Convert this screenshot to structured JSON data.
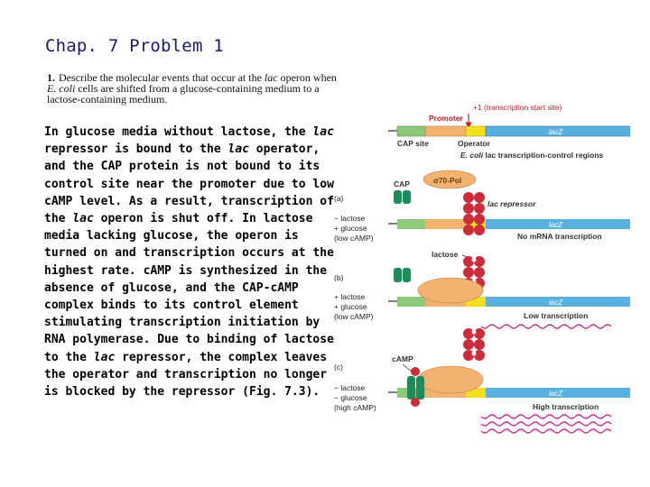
{
  "slide": {
    "title": "Chap. 7 Problem 1"
  },
  "question": {
    "number": "1.",
    "text_1": "Describe the molecular events that occur at the ",
    "text_lac1": "lac",
    "text_2": " operon when ",
    "text_ecoli": "E. coli",
    "text_3": " cells are shifted from a glucose-containing medium to a lactose-containing medium."
  },
  "answer": {
    "p1": "In glucose media without lactose, the ",
    "lac1": "lac",
    "p2": " repressor is bound to the ",
    "lac2": "lac",
    "p3": " operator, and the CAP protein is not bound to its control site near the promoter due to low cAMP level. As a result, transcription of the ",
    "lac3": "lac",
    "p4": " operon is shut off. In lactose media lacking glucose, the operon is turned on and transcription occurs at the highest rate. cAMP is synthesized in the absence of glucose, and the CAP-cAMP complex binds to its control element stimulating transcription initiation by RNA polymerase. Due to binding of lactose to the ",
    "lac4": "lac",
    "p5": " repressor, the complex leaves the operator and transcription no longer is blocked by the repressor (Fig. 7.3)."
  },
  "figure": {
    "top": {
      "start_site": "+1 (transcription start site)",
      "promoter": "Promoter",
      "lacz": "lacZ",
      "cap_site": "CAP site",
      "operator": "Operator",
      "regions_italic": "E. coli",
      "regions_rest": " lac transcription-control regions"
    },
    "panel_a": {
      "letter": "(a)",
      "cond1": "− lactose",
      "cond2": "+ glucose",
      "cond3": "(low cAMP)",
      "cap": "CAP",
      "sigma": "σ70-Pol",
      "repressor": "lac repressor",
      "lacz": "lacZ",
      "result": "No mRNA transcription"
    },
    "panel_b": {
      "letter": "(b)",
      "cond1": "+ lactose",
      "cond2": "+ glucose",
      "cond3": "(low cAMP)",
      "lactose": "lactose",
      "lacz": "lacZ",
      "result": "Low transcription"
    },
    "panel_c": {
      "letter": "(c)",
      "cond1": "− lactose",
      "cond2": "− glucose",
      "cond3": "(high cAMP)",
      "camp": "cAMP",
      "lacz": "lacZ",
      "result": "High transcription"
    },
    "colors": {
      "cap_site": "#8fc97a",
      "promoter": "#f3b270",
      "operator": "#f2e020",
      "lacz": "#5ab0de",
      "dna_line": "#555555",
      "cap_protein": "#1f8a5a",
      "repressor": "#cc2b3a",
      "polymerase": "#f3b270",
      "mrna": "#c9178a",
      "label_red": "#c0202a"
    }
  }
}
